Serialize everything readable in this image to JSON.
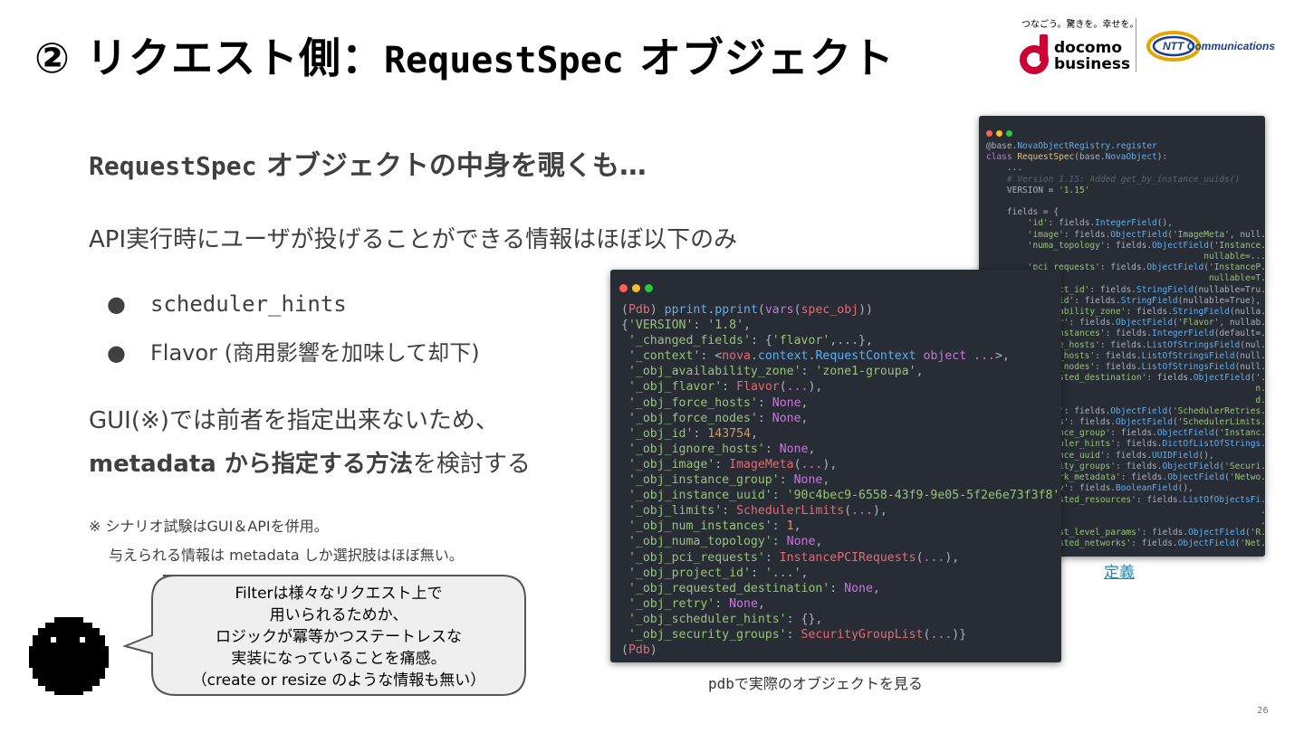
{
  "slide": {
    "title_prefix": "② リクエスト側：",
    "title_code": "RequestSpec",
    "title_suffix": " オブジェクト",
    "tagline": "つなごう。驚きを。幸せを。",
    "docomo_line1": "docomo",
    "docomo_line2": "business",
    "ntt_logo_text": "NTT Communications",
    "subheading_code": "RequestSpec",
    "subheading_text": " オブジェクトの中身を覗くも…",
    "api_line": "API実行時にユーザが投げることができる情報はほぼ以下のみ",
    "bullets": [
      {
        "marker": "●",
        "text": "scheduler_hints"
      },
      {
        "marker": "●",
        "text": "Flavor (商用影響を加味して却下)"
      }
    ],
    "gui_line1": "GUI(※)では前者を指定出来ないため、",
    "gui_line2_bold": "metadata から指定する方法",
    "gui_line2_rest": "を検討する",
    "note_line1": "※ シナリオ試験はGUI＆APIを併用。",
    "note_line2": "与えられる情報は metadata しか選択肢はほぼ無い。",
    "bubble_lines": [
      "Filterは様々なリクエスト上で",
      "用いられるためか、",
      "ロジックが冪等かつステートレスな",
      "実装になっていることを痛感。",
      "（create or resize のような情報も無い）"
    ],
    "definition_link": "定義",
    "caption_prefix": "pdb",
    "caption_text": "で実際のオブジェクトを見る",
    "page_number": "26"
  },
  "colors": {
    "code_bg": "#282c34",
    "dot_red": "#ff5f56",
    "dot_yellow": "#ffbd2e",
    "dot_green": "#27c93f",
    "docomo_red": "#cc0033",
    "link": "#1a8bb8"
  }
}
